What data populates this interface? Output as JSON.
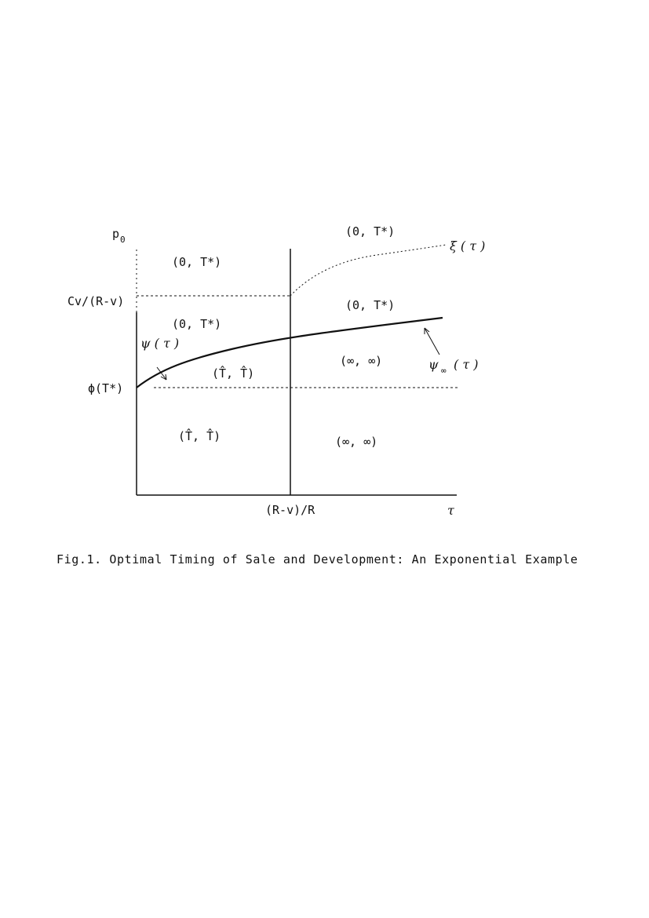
{
  "figure": {
    "axis_labels": {
      "y": "p",
      "y_sub": "0",
      "x": "τ"
    },
    "tick_labels": {
      "y_upper": "Cv/(R-v)",
      "y_lower": "ϕ(T*)",
      "x_mid": "(R-v)/R"
    },
    "curves": {
      "psi": "ψ ( τ )",
      "psi_inf": "ψ",
      "psi_inf_sub": "∞",
      "psi_inf_arg": "( τ )",
      "xi": "ξ ( τ )"
    },
    "regions": {
      "top_right": "(0, T*)",
      "top_left": "(0, T*)",
      "mid_left": "(0, T*)",
      "mid_right": "(0, T*)",
      "hat_mid": "(T̂, T̂)",
      "hat_low": "(T̂, T̂)",
      "inf_mid": "(∞, ∞)",
      "inf_low": "(∞, ∞)"
    }
  },
  "caption": "Fig.1. Optimal Timing of Sale and Development: An Exponential Example"
}
